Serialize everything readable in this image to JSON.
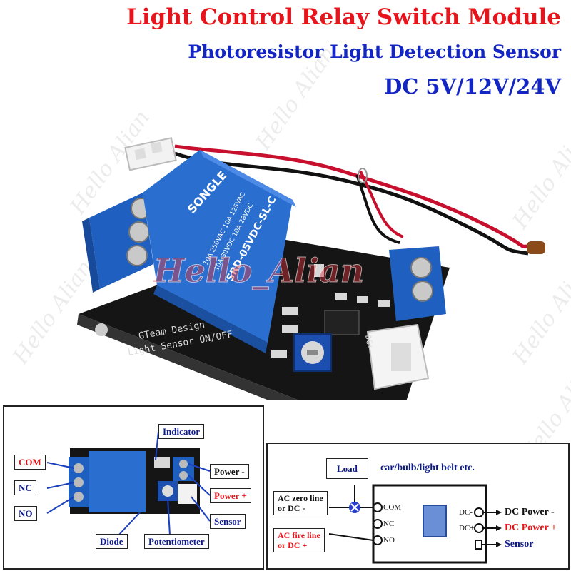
{
  "header": {
    "title": "Light Control Relay Switch Module",
    "subtitle": "Photoresistor Light Detection Sensor",
    "voltage": "DC 5V/12V/24V"
  },
  "watermark": {
    "text": "Hello Alian",
    "center_text": "Hello_Alian"
  },
  "board": {
    "relay_brand": "SONGLE",
    "relay_model": "SRD-05VDC-SL-C",
    "relay_rating_1": "10A 250VAC 10A 125VAC",
    "relay_rating_2": "10A 30VDC 10A 28VDC",
    "silk_1": "GTeam Design",
    "silk_2": "Light Sensor ON/OFF",
    "silk_dc": "DC+"
  },
  "pinout": {
    "com": "COM",
    "nc": "NC",
    "no": "NO",
    "indicator": "Indicator",
    "power_minus": "Power -",
    "power_plus": "Power +",
    "sensor": "Sensor",
    "diode": "Diode",
    "potentiometer": "Potentiometer"
  },
  "wiring": {
    "load": "Load",
    "load_examples": "car/bulb/light belt etc.",
    "ac_zero_1": "AC zero line",
    "ac_zero_2": "or DC -",
    "ac_fire_1": "AC fire line",
    "ac_fire_2": "or DC +",
    "com": "COM",
    "nc": "NC",
    "no": "NO",
    "dc_minus": "DC-",
    "dc_plus": "DC+",
    "dc_power_minus": "DC Power -",
    "dc_power_plus": "DC Power +",
    "sensor": "Sensor"
  },
  "colors": {
    "title_red": "#e8141c",
    "title_blue": "#1326c4",
    "relay_blue": "#1f5fbf",
    "pcb_black": "#111111"
  }
}
